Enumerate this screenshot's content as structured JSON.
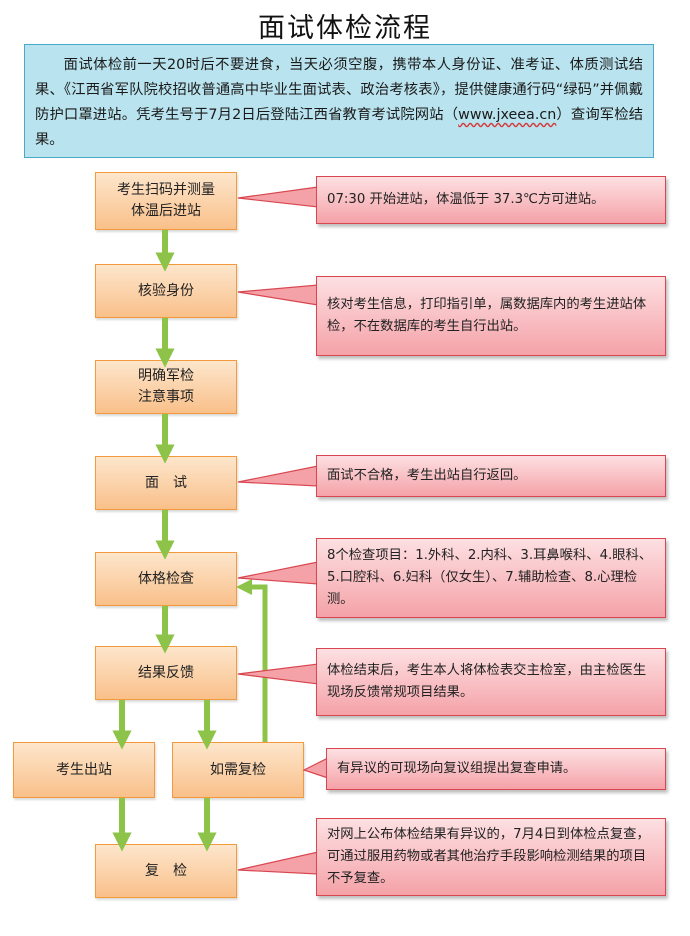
{
  "title": "面试体检流程",
  "intro": {
    "text_before_url": "面试体检前一天20时后不要进食，当天必须空腹，携带本人身份证、准考证、体质测试结果、《江西省军队院校招收普通高中毕业生面试表、政治考核表》，提供健康通行码“绿码”并佩戴防护口罩进站。凭考生号于7月2日后登陆江西省教育考试院网站（",
    "url": "www.jxeea.cn",
    "text_after_url": "）查询军检结果。"
  },
  "steps": {
    "scan": "考生扫码并测量\n体温后进站",
    "verify": "核验身份",
    "notice": "明确军检\n注意事项",
    "interview": "面　试",
    "exam": "体格检查",
    "feedback": "结果反馈",
    "exit": "考生出站",
    "recheck_if_needed": "如需复检",
    "recheck": "复　检"
  },
  "notes": {
    "scan": "07:30 开始进站，体温低于 37.3℃方可进站。",
    "verify": "核对考生信息，打印指引单，属数据库内的考生进站体检，不在数据库的考生自行出站。",
    "interview": "面试不合格，考生出站自行返回。",
    "exam": "8个检查项目：1.外科、2.内科、3.耳鼻喉科、4.眼科、5.口腔科、6.妇科（仅女生）、7.辅助检查、8.心理检测。",
    "feedback": "体检结束后，考生本人将体检表交主检室，由主检医生现场反馈常规项目结果。",
    "recheck_if_needed": "有异议的可现场向复议组提出复查申请。",
    "recheck": "对网上公布体检结果有异议的，7月4日到体检点复查，可通过服用药物或者其他治疗手段影响检测结果的项目不予复查。"
  },
  "colors": {
    "arrow_green": "#8dc349",
    "step_border": "#f39a3c",
    "note_border": "#d9464f",
    "intro_bg": "#b9e3ee"
  }
}
